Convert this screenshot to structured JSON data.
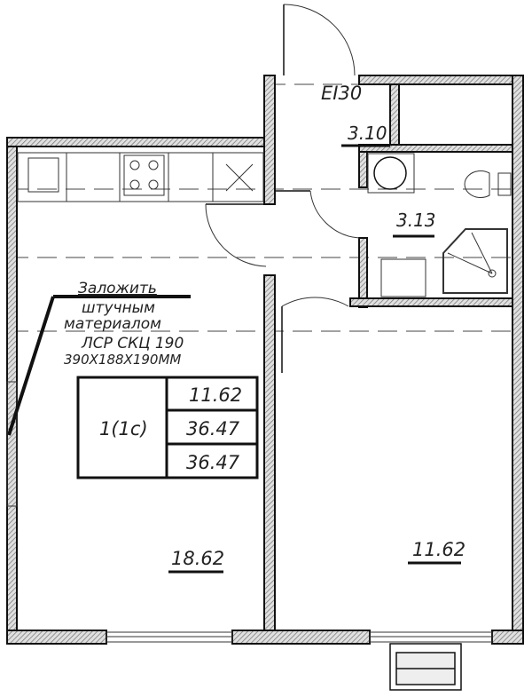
{
  "plan": {
    "door_rating": "EI30",
    "rooms": {
      "hall_area": "3.10",
      "bathroom_area": "3.13",
      "kitchen_living_area": "18.62",
      "bedroom_area": "11.62"
    },
    "note": {
      "line1": "Заложить",
      "line2": "штучным",
      "line3": "материалом",
      "line4": "ЛСР СКЦ 190",
      "line5": "390Х188Х190ММ"
    },
    "summary": {
      "apartment_type": "1(1с)",
      "living_area": "11.62",
      "total_area": "36.47",
      "total_area_with_balcony": "36.47"
    }
  },
  "colors": {
    "wall_fill": "#bdbdbd",
    "line": "#111111"
  }
}
